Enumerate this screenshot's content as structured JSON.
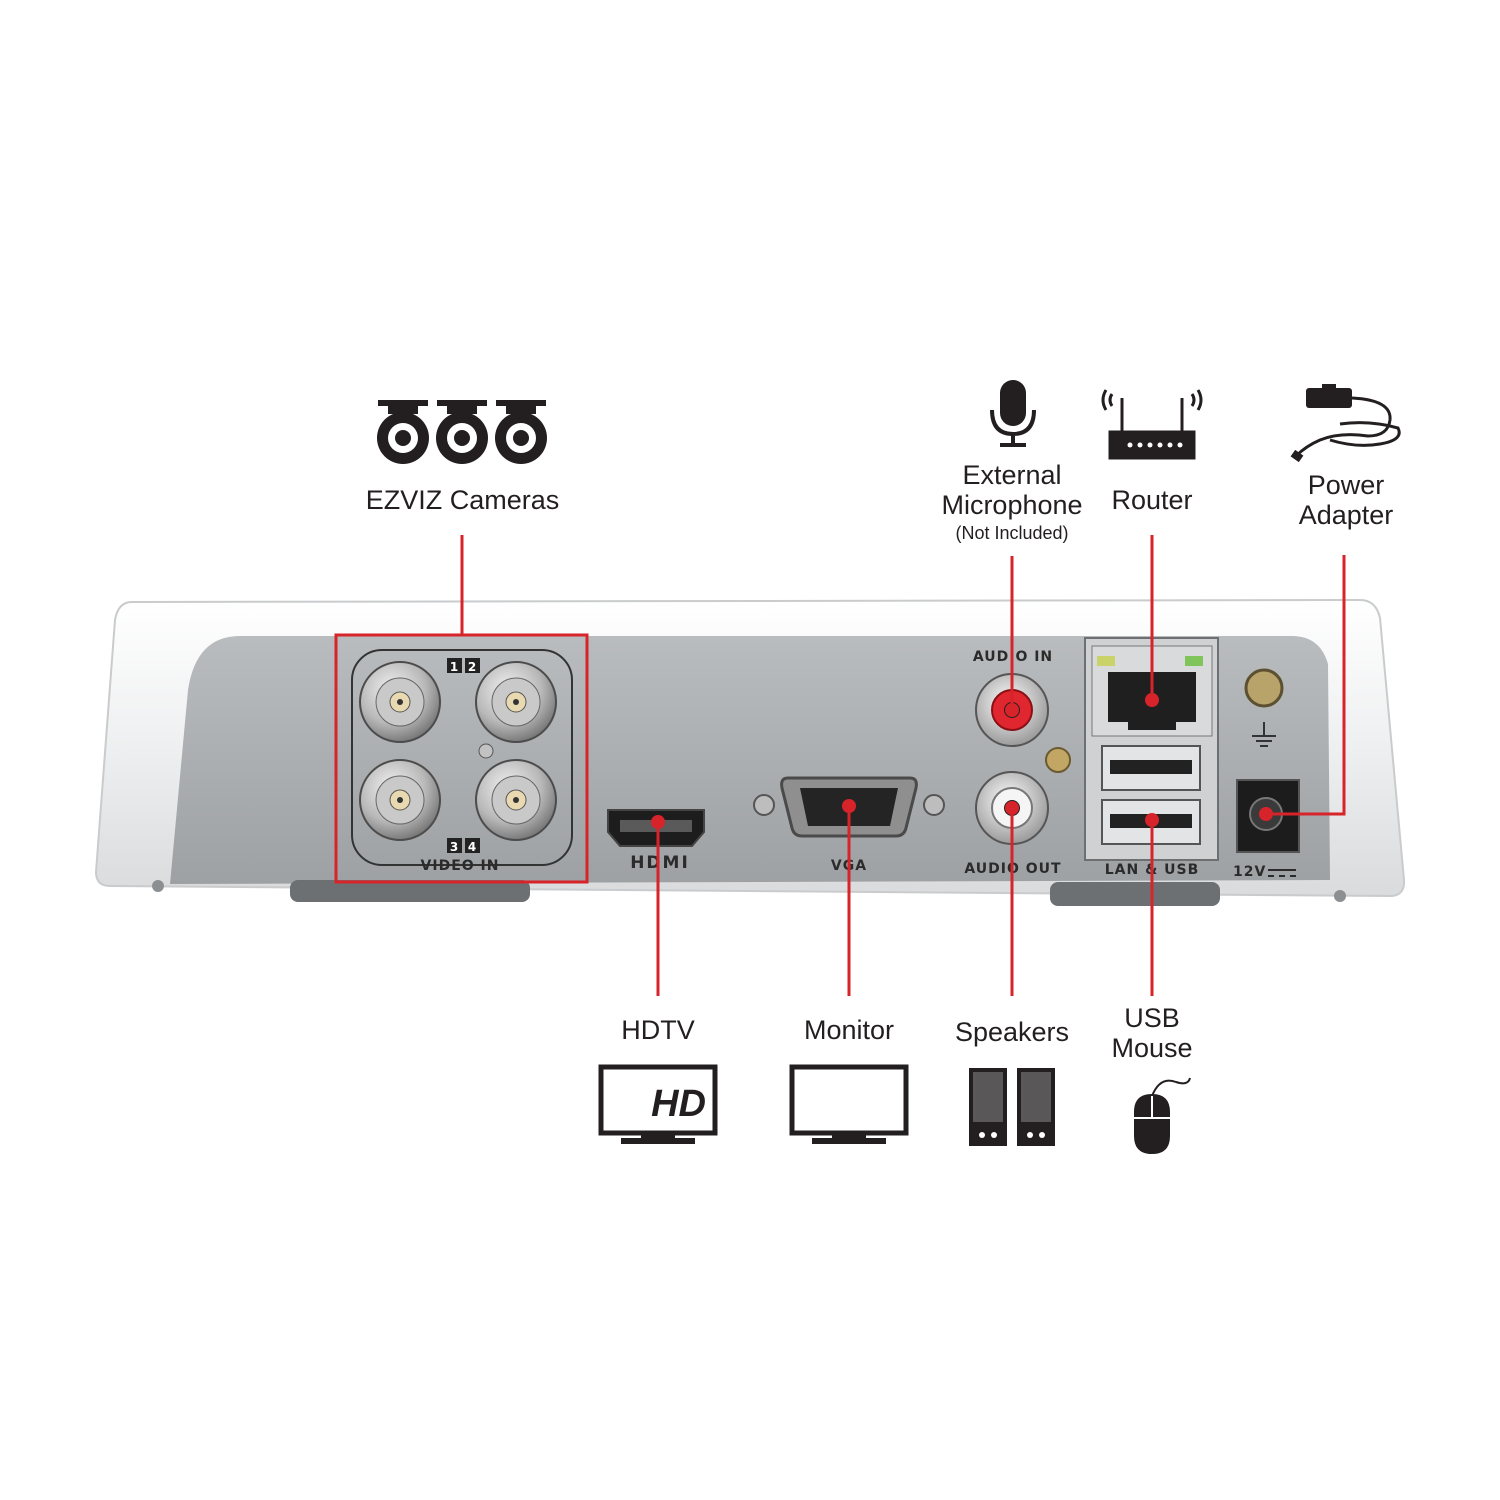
{
  "colors": {
    "callout": "#d7232a",
    "text": "#231f20",
    "icon": "#231f20",
    "chassis": "#a9acaf",
    "housing": "#f1f2f2"
  },
  "callouts": {
    "cameras": "EZVIZ Cameras",
    "microphone_line1": "External",
    "microphone_line2": "Microphone",
    "microphone_note": "(Not Included)",
    "router": "Router",
    "power_line1": "Power",
    "power_line2": "Adapter",
    "hdtv": "HDTV",
    "monitor": "Monitor",
    "speakers": "Speakers",
    "usb_line1": "USB",
    "usb_line2": "Mouse"
  },
  "panel": {
    "video_in": "VIDEO IN",
    "ch1": "1",
    "ch2": "2",
    "ch3": "3",
    "ch4": "4",
    "hdmi": "HDMI",
    "vga": "VGA",
    "audio_in": "AUDIO IN",
    "audio_out": "AUDIO OUT",
    "lan_usb": "LAN & USB",
    "power": "12V",
    "hd_badge": "HD"
  },
  "icons": {
    "cameras": "bullet-camera-icon",
    "microphone": "microphone-icon",
    "router": "router-icon",
    "power": "power-adapter-icon",
    "hdtv": "hd-tv-icon",
    "monitor": "monitor-icon",
    "speakers": "speakers-icon",
    "mouse": "mouse-icon"
  }
}
